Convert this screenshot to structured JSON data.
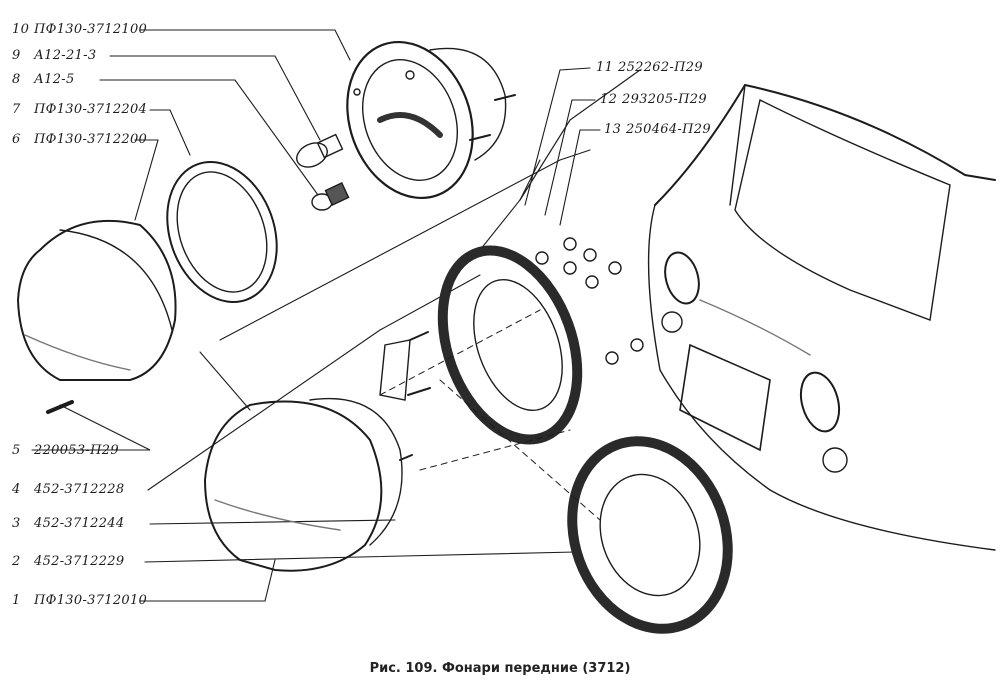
{
  "callouts": [
    {
      "num": "10",
      "code": "ПФ130-3712100"
    },
    {
      "num": "9",
      "code": "А12-21-3"
    },
    {
      "num": "8",
      "code": "А12-5"
    },
    {
      "num": "7",
      "code": "ПФ130-3712204"
    },
    {
      "num": "6",
      "code": "ПФ130-3712200"
    },
    {
      "num": "5",
      "code": "220053-П29"
    },
    {
      "num": "4",
      "code": "452-3712228"
    },
    {
      "num": "3",
      "code": "452-3712244"
    },
    {
      "num": "2",
      "code": "452-3712229"
    },
    {
      "num": "1",
      "code": "ПФ130-3712010"
    },
    {
      "num": "11",
      "code": "252262-П29"
    },
    {
      "num": "12",
      "code": "293205-П29"
    },
    {
      "num": "13",
      "code": "250464-П29"
    }
  ],
  "caption": "Рис. 109. Фонари передние (3712)"
}
